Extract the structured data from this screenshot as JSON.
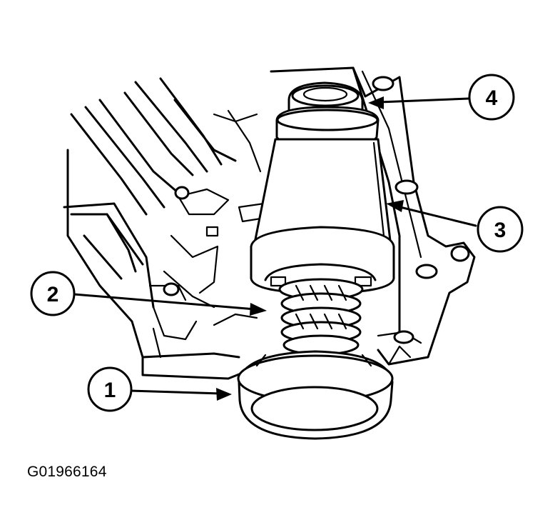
{
  "figure_id": "G01966164",
  "callouts": [
    {
      "label": "1"
    },
    {
      "label": "2"
    },
    {
      "label": "3"
    },
    {
      "label": "4"
    }
  ]
}
